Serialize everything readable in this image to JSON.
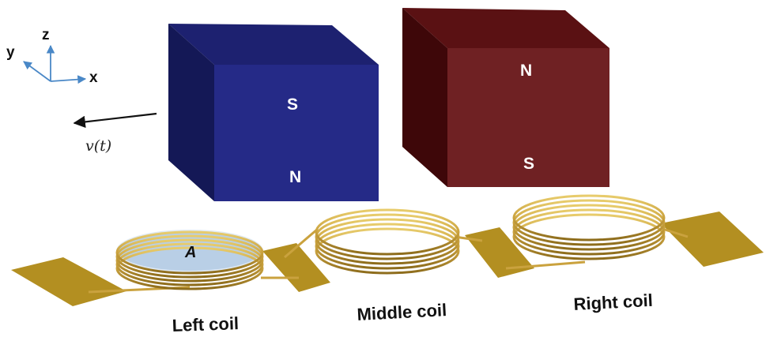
{
  "axes": {
    "x_label": "x",
    "y_label": "y",
    "z_label": "z",
    "color": "#4a88c7"
  },
  "velocity": {
    "label": "v(t)"
  },
  "magnets": {
    "left": {
      "top_pole": "S",
      "bottom_pole": "N",
      "front_color": "#252a87",
      "top_color": "#1d2170",
      "side_color": "#141856"
    },
    "right": {
      "top_pole": "N",
      "bottom_pole": "S",
      "front_color": "#6f2123",
      "top_color": "#5a1113",
      "side_color": "#3e0709"
    }
  },
  "coils": {
    "left_label": "Left coil",
    "middle_label": "Middle coil",
    "right_label": "Right coil",
    "area_label": "A",
    "wire_color": "#caa23e",
    "pad_color": "#b38f21",
    "area_fill": "#b9cfe6"
  }
}
